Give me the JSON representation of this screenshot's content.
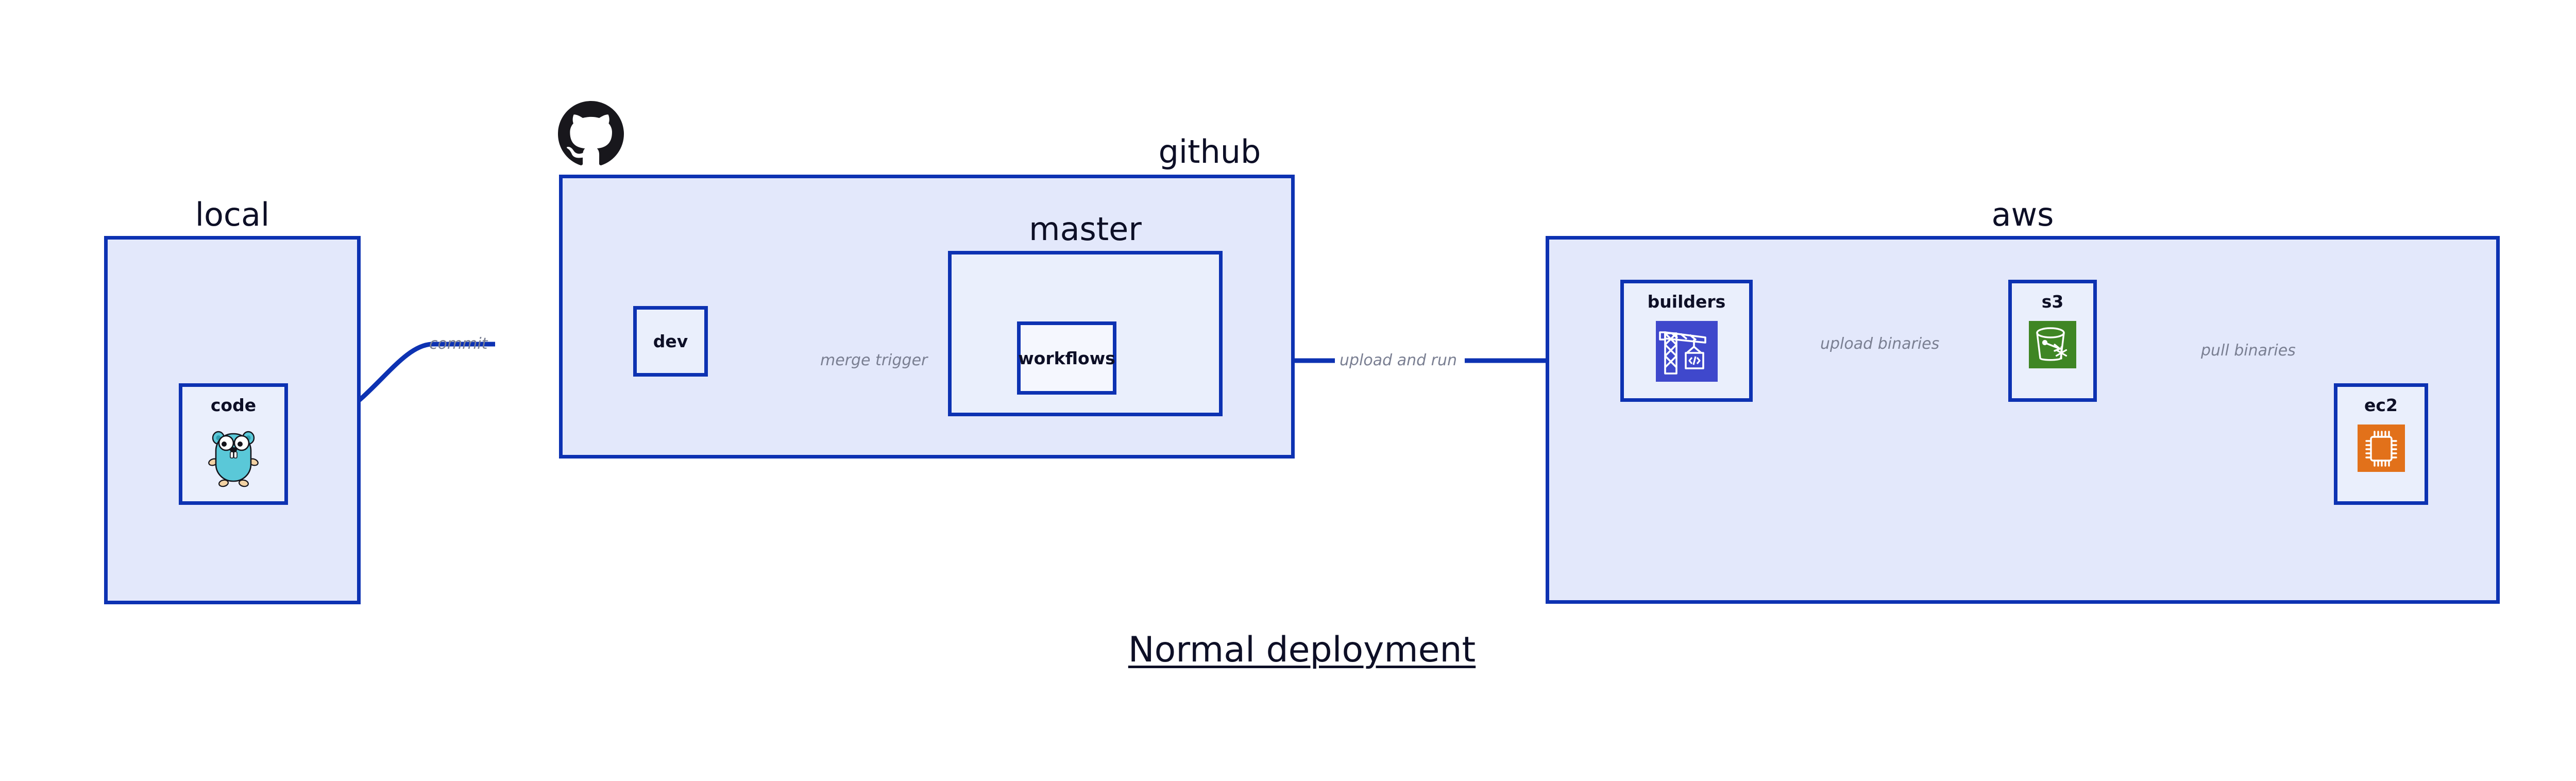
{
  "diagram": {
    "title": "Normal deployment",
    "background": "#ffffff",
    "accent_border": "#0d32b2",
    "group_fill": "#e3e8fb",
    "node_fill": "#eaeffc",
    "label_color": "#0d0f26",
    "edge_label_color": "#7a7f92"
  },
  "groups": [
    {
      "id": "local",
      "label": "local",
      "logo": null
    },
    {
      "id": "github",
      "label": "github",
      "logo": "github-octocat-logo"
    },
    {
      "id": "aws",
      "label": "aws",
      "logo": null
    }
  ],
  "subgroups": [
    {
      "id": "master",
      "label": "master",
      "parent": "github"
    }
  ],
  "nodes": [
    {
      "id": "code",
      "label": "code",
      "parent": "local",
      "icon": "go-gopher-icon",
      "icon_color": "#5ac8d8"
    },
    {
      "id": "dev",
      "label": "dev",
      "parent": "github",
      "icon": null,
      "icon_color": null
    },
    {
      "id": "workflows",
      "label": "workflows",
      "parent": "master",
      "icon": null,
      "icon_color": null
    },
    {
      "id": "builders",
      "label": "builders",
      "parent": "aws",
      "icon": "crane-code-icon",
      "icon_color": "#3f48cc"
    },
    {
      "id": "s3",
      "label": "s3",
      "parent": "aws",
      "icon": "s3-bucket-icon",
      "icon_color": "#3f8624"
    },
    {
      "id": "ec2",
      "label": "ec2",
      "parent": "aws",
      "icon": "ec2-cpu-chip-icon",
      "icon_color": "#e2711a"
    }
  ],
  "edges": [
    {
      "id": "e1",
      "from": "code",
      "to": "dev",
      "label": "commit"
    },
    {
      "id": "e2",
      "from": "dev",
      "to": "workflows",
      "label": "merge trigger"
    },
    {
      "id": "e3",
      "from": "workflows",
      "to": "builders",
      "label": "upload and run"
    },
    {
      "id": "e4",
      "from": "builders",
      "to": "s3",
      "label": "upload binaries"
    },
    {
      "id": "e5",
      "from": "s3",
      "to": "ec2",
      "label": "pull binaries"
    }
  ]
}
